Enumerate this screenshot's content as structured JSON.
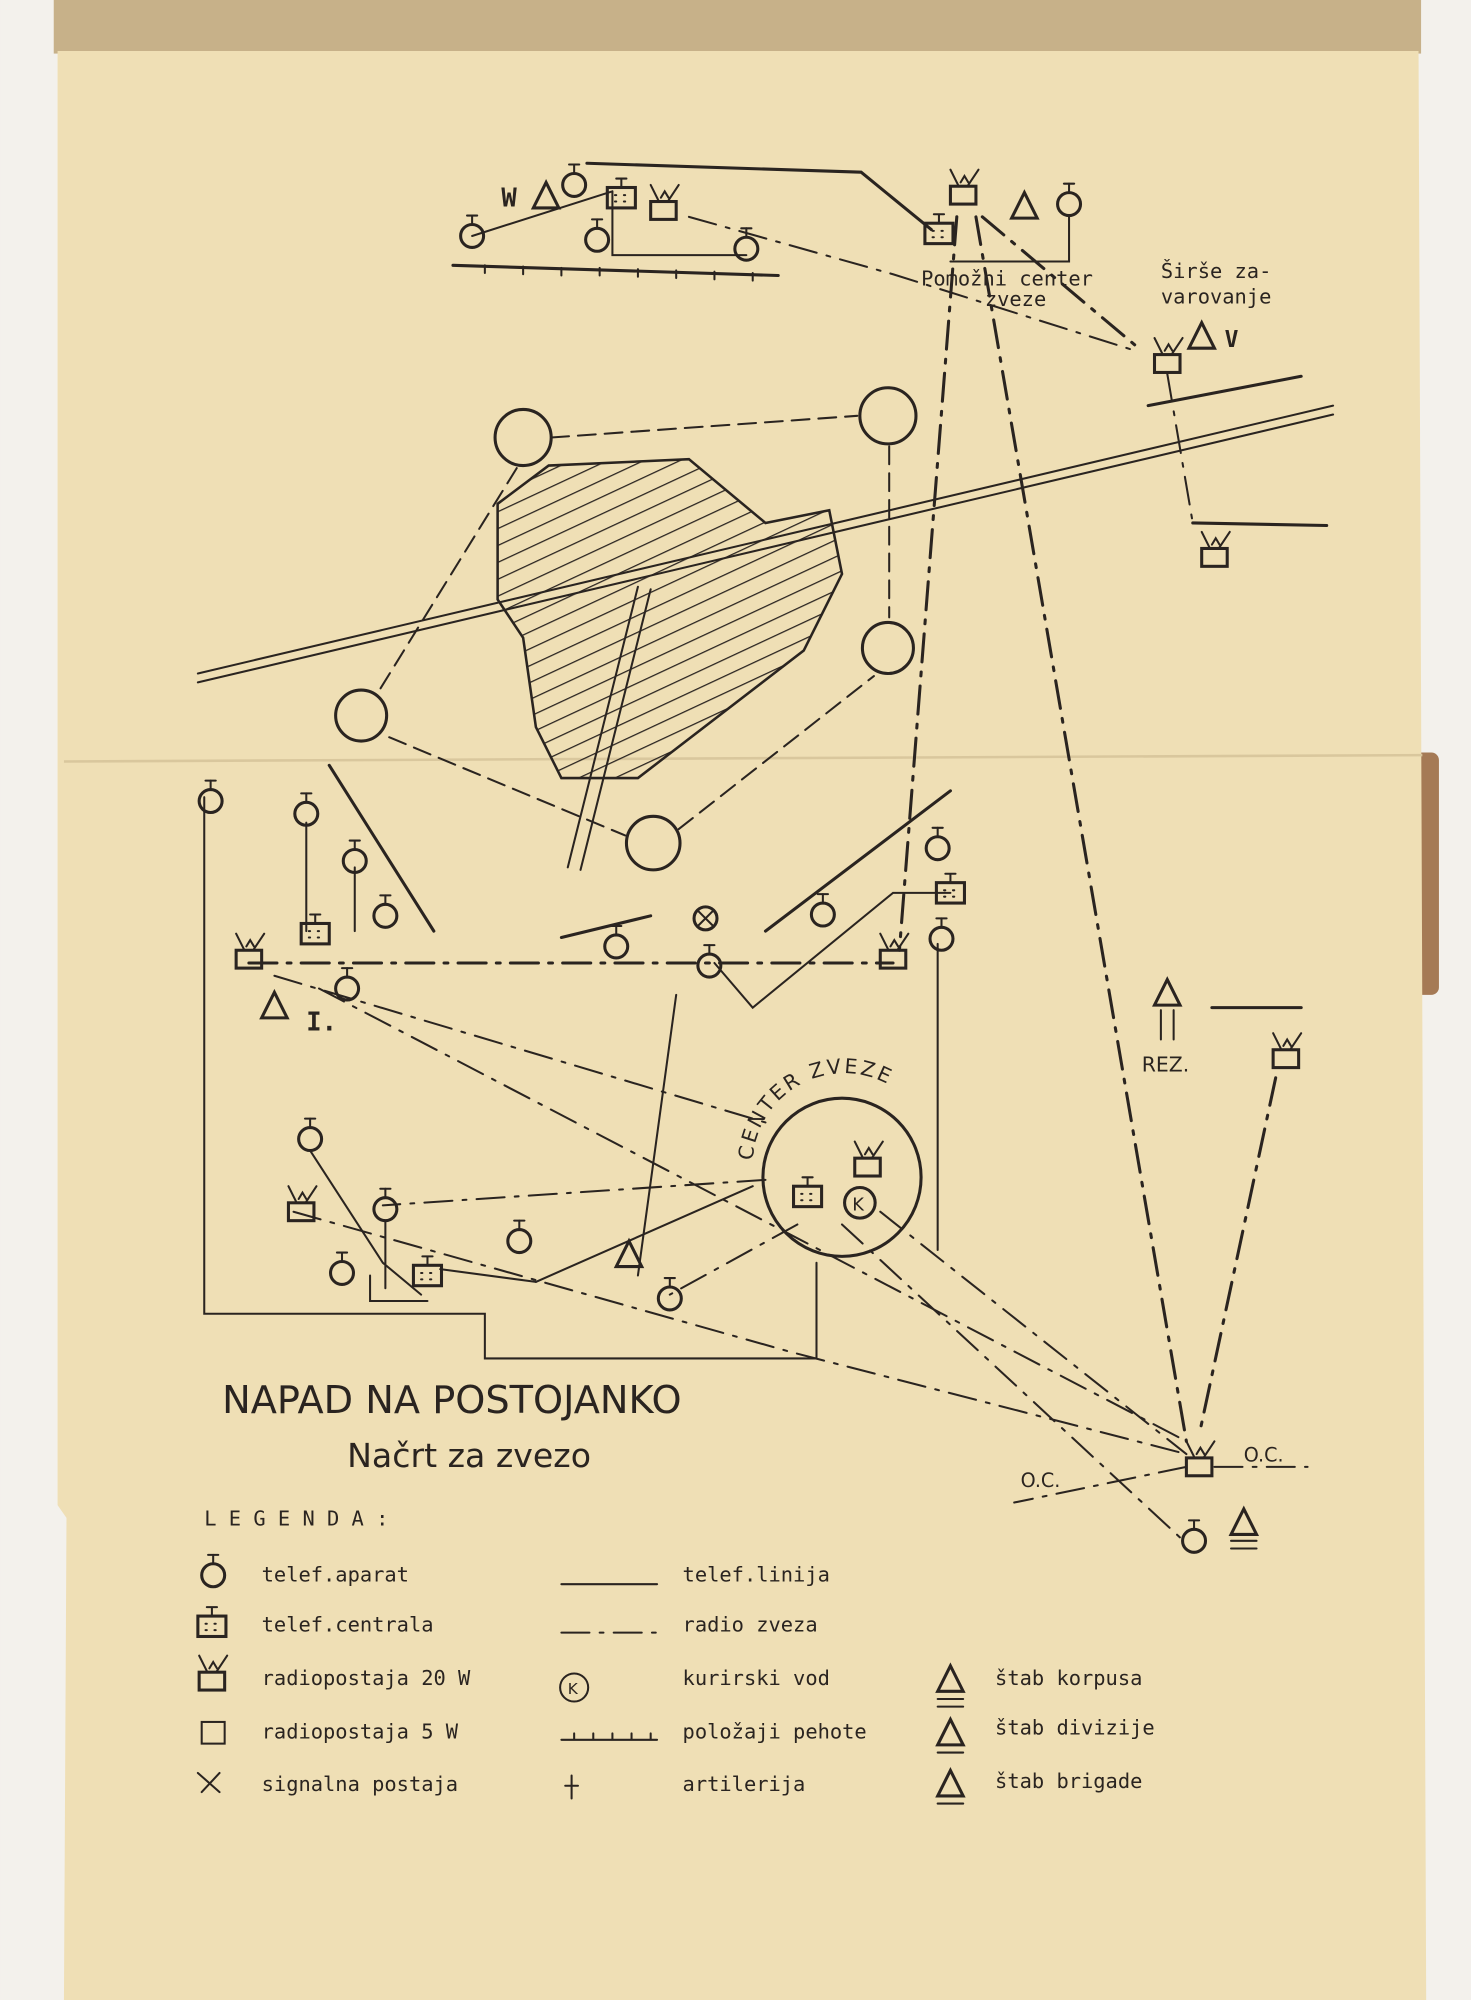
{
  "document": {
    "title": "NAPAD NA POSTOJANKO",
    "subtitle": "Načrt za zvezo",
    "colors": {
      "paper": "#efdfb5",
      "ink": "#2a2420",
      "background": "#f3f1ec",
      "cardboard": "#a57a55"
    }
  },
  "diagram": {
    "labels": {
      "auxiliary_center_line1": "Pomožni center",
      "auxiliary_center_line2": "zveze",
      "wide_security_line1": "Širše za-",
      "wide_security_line2": "varovanje",
      "reserve": "REZ.",
      "unit_one": "I.",
      "center": "CENTER ZVEZE",
      "courier": "K",
      "oc_left": "O.C.",
      "oc_right": "O.C.",
      "top_w": "W",
      "top_v": "V"
    }
  },
  "legend": {
    "heading": "L E G E N D A :",
    "items": [
      {
        "icon": "telephone-icon",
        "label": "telef.aparat"
      },
      {
        "icon": "telephone-exchange-icon",
        "label": "telef.centrala"
      },
      {
        "icon": "radio-20w-icon",
        "label": "radiopostaja 20 W"
      },
      {
        "icon": "radio-5w-icon",
        "label": "radiopostaja 5 W"
      },
      {
        "icon": "signal-post-icon",
        "label": "signalna postaja"
      },
      {
        "icon": "telephone-line-icon",
        "label": "telef.linija"
      },
      {
        "icon": "radio-link-icon",
        "label": "radio zveza"
      },
      {
        "icon": "courier-icon",
        "label": "kurirski vod"
      },
      {
        "icon": "infantry-position-icon",
        "label": "položaji pehote"
      },
      {
        "icon": "artillery-icon",
        "label": "artilerija"
      },
      {
        "icon": "corps-hq-icon",
        "label": "štab korpusa"
      },
      {
        "icon": "division-hq-icon",
        "label": "štab divizije"
      },
      {
        "icon": "brigade-hq-icon",
        "label": "štab brigade"
      }
    ]
  }
}
